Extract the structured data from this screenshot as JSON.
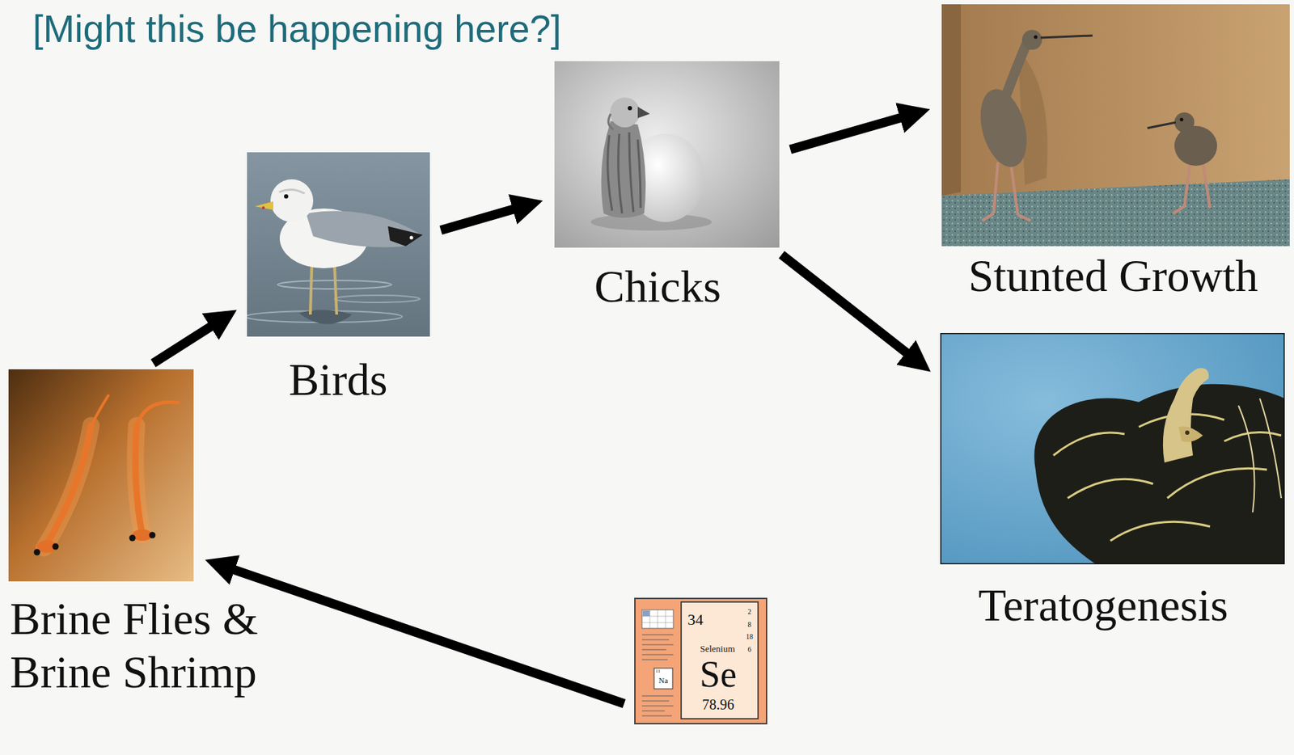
{
  "diagram": {
    "title": "[Might this be happening here?]",
    "nodes": [
      {
        "text": [
          "Brine Flies & Brine Shrimp"
        ]
      },
      {
        "text": [
          "Birds"
        ]
      },
      {
        "text": [
          "Chicks"
        ]
      },
      {
        "text": [
          "Stunted Growth"
        ]
      },
      {
        "text": [
          "Teratogenesis"
        ]
      },
      {
        "text": [
          "34",
          "2",
          "8",
          "18",
          "6",
          "Selenium",
          "Se",
          "78.96",
          "11",
          "Na"
        ]
      }
    ],
    "edges": [
      {
        "from": 0,
        "to": 1,
        "arrow": "to"
      },
      {
        "from": 1,
        "to": 2,
        "arrow": "to"
      },
      {
        "from": 2,
        "to": 3,
        "arrow": "to"
      },
      {
        "from": 2,
        "to": 4,
        "arrow": "to"
      },
      {
        "from": 5,
        "to": 0,
        "arrow": "to"
      }
    ]
  }
}
